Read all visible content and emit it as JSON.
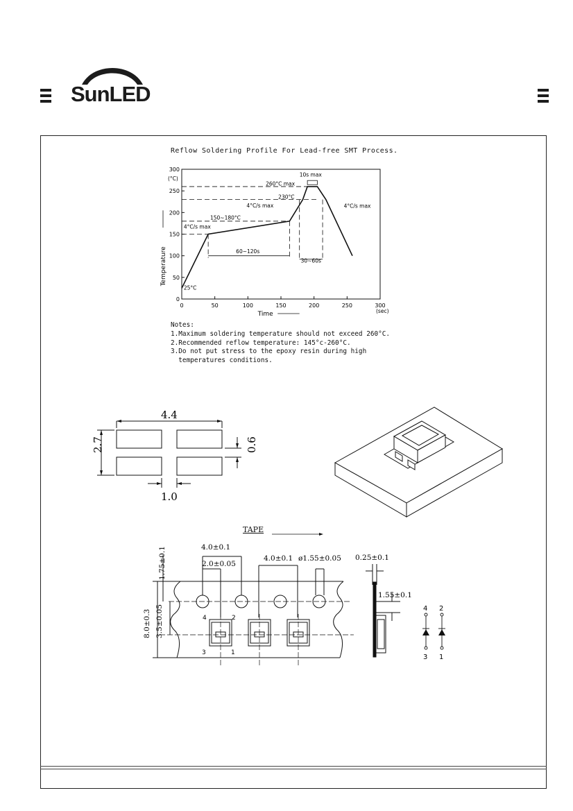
{
  "header": {
    "brand": "SunLED"
  },
  "chart_title": "Reflow Soldering Profile For Lead-free SMT Process.",
  "chart_data": {
    "type": "line",
    "xlabel": "Time",
    "x_unit": "(sec)",
    "ylabel": "Temperature",
    "y_unit": "(°C)",
    "xlim": [
      0,
      300
    ],
    "ylim": [
      0,
      300
    ],
    "x_ticks": [
      0,
      50,
      100,
      150,
      200,
      250,
      300
    ],
    "y_ticks": [
      0,
      50,
      100,
      150,
      200,
      250,
      300
    ],
    "series": [
      {
        "x": [
          0,
          40,
          163,
          183,
          190,
          205,
          218,
          258
        ],
        "y": [
          25,
          150,
          180,
          230,
          260,
          260,
          230,
          100
        ]
      }
    ],
    "annotations": {
      "start": "25°C",
      "ramp1": "4°C/s max",
      "preheat": "150~180°C",
      "preheat_time": "60~120s",
      "ramp2": "4°C/s max",
      "peak": "260°C max",
      "peak_time": "10s max",
      "liquidus": "230°C",
      "liquidus_time": "30~60s",
      "cooldown": "4°C/s max"
    }
  },
  "notes": {
    "heading": "Notes:",
    "items": [
      "1.Maximum soldering temperature should not exceed 260°C.",
      "2.Recommended reflow temperature: 145°c-260°C.",
      "3.Do not put stress to the epoxy resin during high",
      "  temperatures conditions."
    ]
  },
  "pad_layout": {
    "width": "4.4",
    "height": "2.7",
    "pad_gap": "0.6",
    "pad_spacing": "1.0"
  },
  "tape": {
    "title": "TAPE",
    "pitch": "4.0±0.1",
    "hole_offset": "2.0±0.05",
    "pitch2": "4.0±0.1",
    "hole_dia": "ø1.55±0.05",
    "thickness": "0.25±0.1",
    "edge": "1.75±0.1",
    "width": "8.0±0.3",
    "center": "3.5±0.05",
    "depth": "1.55±0.1",
    "pin_top_left": "4",
    "pin_top_right": "2",
    "pin_bottom_left": "3",
    "pin_bottom_right": "1"
  },
  "circuit": {
    "pin4": "4",
    "pin2": "2",
    "pin3": "3",
    "pin1": "1"
  }
}
